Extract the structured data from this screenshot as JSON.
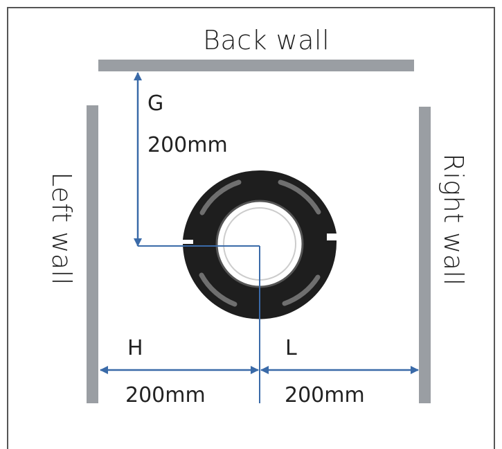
{
  "labels": {
    "back_wall": "Back wall",
    "left_wall": "Left wall",
    "right_wall": "Right wall",
    "g_letter": "G",
    "g_value": "200mm",
    "h_letter": "H",
    "h_value": "200mm",
    "l_letter": "L",
    "l_value": "200mm"
  },
  "colors": {
    "wall": "#9a9ea3",
    "dimension": "#3a6aa8",
    "frame": "#555555",
    "flange": "#1e1e1e"
  }
}
